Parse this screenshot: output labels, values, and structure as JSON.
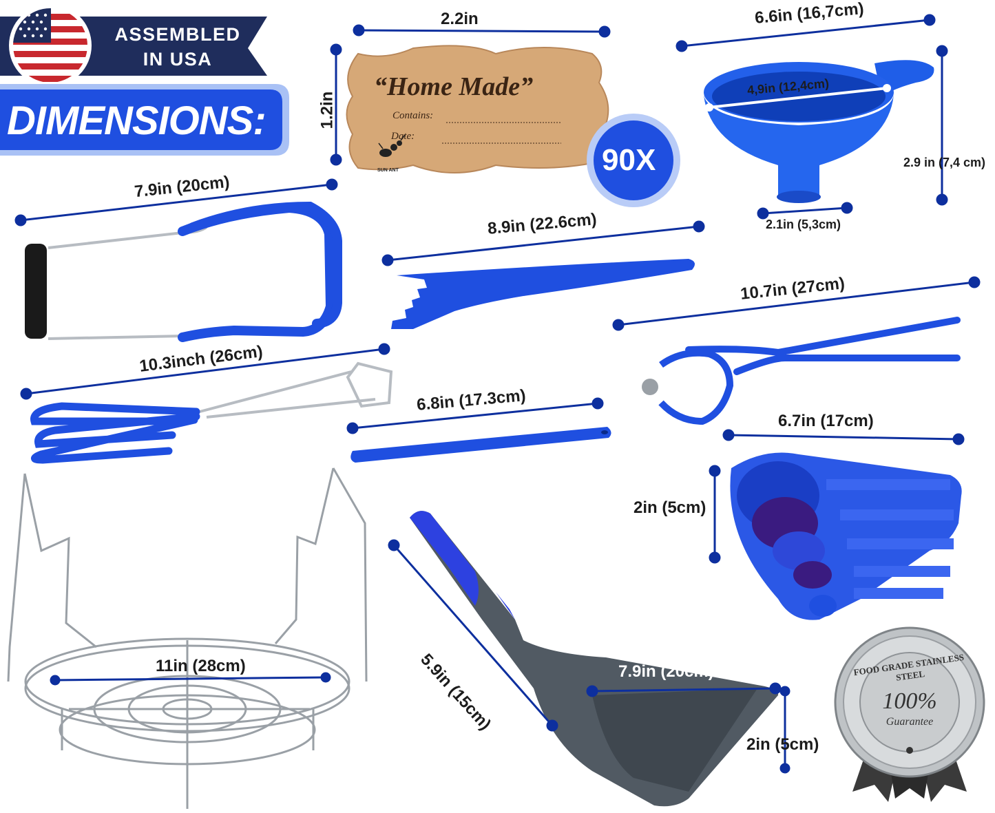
{
  "banner": {
    "line1": "ASSEMBLED",
    "line2": "IN USA"
  },
  "heading": "DIMENSIONS:",
  "label_sticker": {
    "title": "“Home Made”",
    "field1": "Contains:",
    "field2": "Date:",
    "brand": "SUN ANT",
    "width": "2.2in",
    "height": "1.2in",
    "quantity": "90X"
  },
  "funnel": {
    "width": "6.6in (16,7cm)",
    "inner": "4,9in (12,4cm)",
    "height": "2.9 in (7,4 cm)",
    "base": "2.1in (5,3cm)"
  },
  "jar_lifter": {
    "length": "7.9in (20cm)"
  },
  "bubble_remover": {
    "length": "8.9in (22.6cm)"
  },
  "tongs": {
    "length": "10.3inch (26cm)"
  },
  "jar_wrench": {
    "length": "10.7in (27cm)"
  },
  "magnetic_lid_lifter": {
    "length": "6.8in (17.3cm)"
  },
  "measuring_cups": {
    "width": "6.7in (17cm)",
    "height": "2in (5cm)"
  },
  "rack": {
    "diameter": "11in (28cm)"
  },
  "scoop": {
    "handle": "5.9in (15cm)",
    "width": "7.9in (20cm)",
    "height": "2in (5cm)"
  },
  "seal": {
    "arc": "FOOD GRADE STAINLESS STEEL",
    "percent": "100%",
    "word": "Guarantee"
  },
  "colors": {
    "brand_blue": "#1f4fe0",
    "navy": "#1f2d5c",
    "kraft": "#d6a877",
    "steel": "#9aa0a6",
    "scoop_gray": "#4f5861"
  }
}
